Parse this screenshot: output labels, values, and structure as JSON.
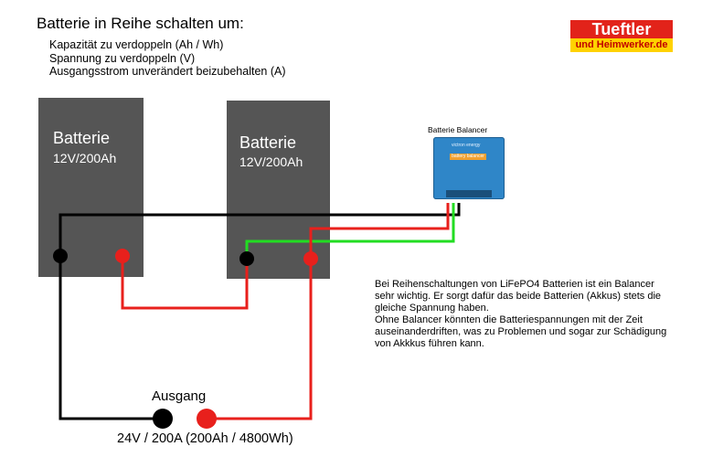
{
  "title": "Batterie in Reihe schalten um:",
  "bullets": [
    "Kapazität zu verdoppeln (Ah / Wh)",
    "Spannung  zu verdoppeln (V)",
    "Ausgangsstrom unverändert beizubehalten (A)"
  ],
  "logo": {
    "line1": "Tueftler",
    "line2": "und Heimwerker.de"
  },
  "batteries": [
    {
      "name": "Batterie",
      "spec": "12V/200Ah"
    },
    {
      "name": "Batterie",
      "spec": "12V/200Ah"
    }
  ],
  "balancer": {
    "label": "Batterie Balancer",
    "brand": "victron energy",
    "product": "battery balancer"
  },
  "description": [
    "Bei Reihenschaltungen von LiFePO4 Batterien ist ein Balancer",
    "sehr wichtig. Er sorgt dafür das beide Batterien (Akkus) stets die",
    "gleiche Spannung haben.",
    "Ohne Balancer könnten die Batteriespannungen mit der Zeit",
    "auseinanderdriften, was zu Problemen und sogar zur Schädigung",
    "von Akkkus führen kann."
  ],
  "output": {
    "label": "Ausgang",
    "spec": "24V / 200A (200Ah / 4800Wh)"
  },
  "colors": {
    "negative": "#000000",
    "positive": "#e8201c",
    "midpoint": "#22dd22",
    "battery": "#555555"
  }
}
